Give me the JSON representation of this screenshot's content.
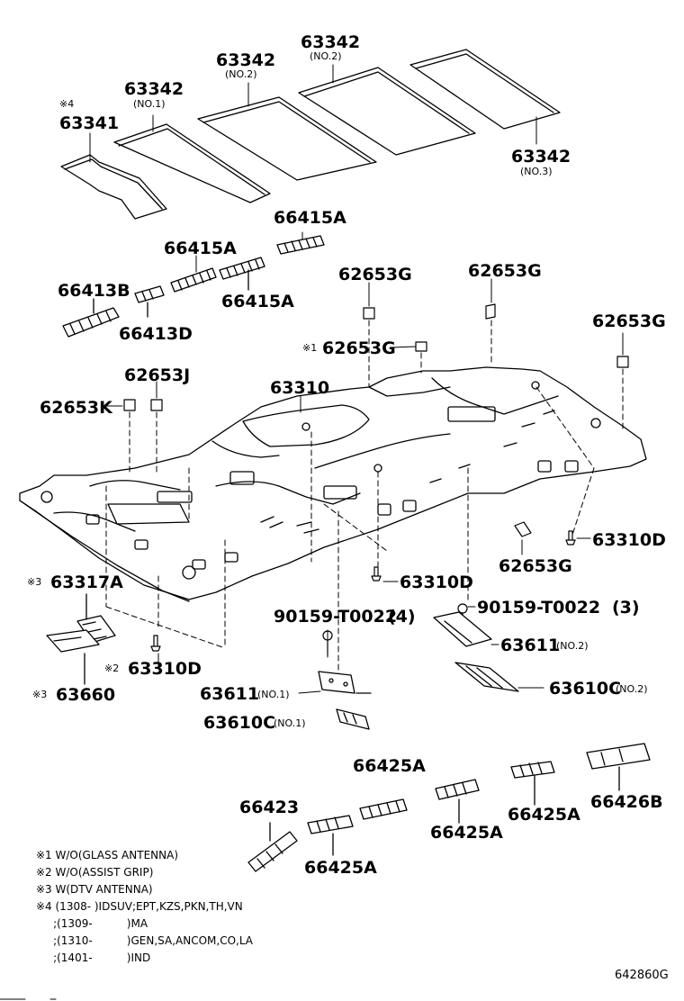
{
  "markers": {
    "m1": "※1",
    "m2": "※2",
    "m3": "※3",
    "m4": "※4"
  },
  "parts": {
    "p63341": "63341",
    "p63342": "63342",
    "p63342_sub_no1": "(NO.1)",
    "p63342_sub_no2": "(NO.2)",
    "p63342_sub_no3": "(NO.3)",
    "p66415A": "66415A",
    "p66413B": "66413B",
    "p66413D": "66413D",
    "p62653G": "62653G",
    "p62653J": "62653J",
    "p62653K": "62653K",
    "p63310": "63310",
    "p63310D": "63310D",
    "p63317A": "63317A",
    "p63660": "63660",
    "p90159": "90159-T0022",
    "qty4": "(4)",
    "qty3": "(3)",
    "p63611": "63611",
    "p63610C": "63610C",
    "sub_no1": "(NO.1)",
    "sub_no2": "(NO.2)",
    "p66425A": "66425A",
    "p66423": "66423",
    "p66426B": "66426B"
  },
  "notes": [
    "※1 W/O(GLASS ANTENNA)",
    "※2 W/O(ASSIST GRIP)",
    "※3 W(DTV ANTENNA)",
    "※4 (1308-         )IDSUV;EPT,KZS,PKN,TH,VN",
    "     ;(1309-          )MA",
    "     ;(1310-          )GEN,SA,ANCOM,CO,LA",
    "     ;(1401-          )IND"
  ],
  "diagram_code": "642860G"
}
